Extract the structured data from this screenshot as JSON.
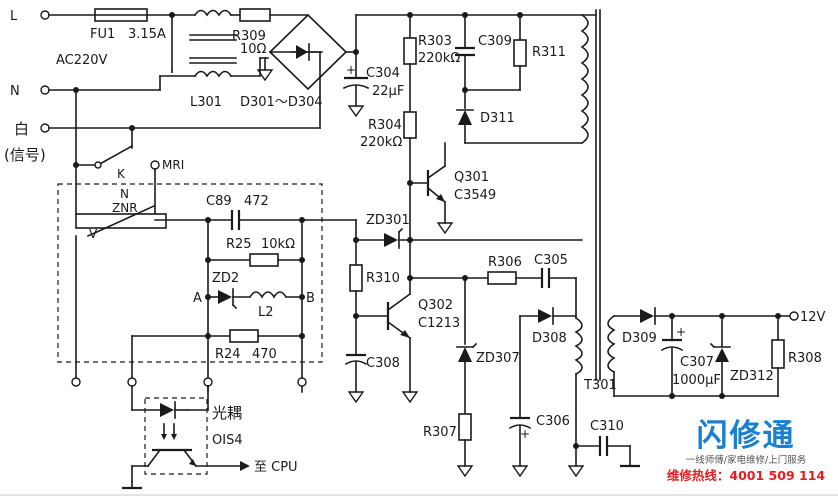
{
  "labels": {
    "L": "L",
    "N": "N",
    "bai": "白",
    "xinhao": "(信号)",
    "fu1": "FU1",
    "fu1_val": "3.15A",
    "ac": "AC220V",
    "r309": "R309",
    "r309_val": "10Ω",
    "l301": "L301",
    "d301": "D301～D304",
    "c304": "C304",
    "c304_val": "22μF",
    "r303": "R303",
    "r303_val": "220kΩ",
    "c309": "C309",
    "r311": "R311",
    "d311": "D311",
    "r304": "R304",
    "r304_val": "220kΩ",
    "q301": "Q301",
    "q301_val": "C3549",
    "zd301": "ZD301",
    "k": "K",
    "mri": "MRI",
    "n2": "N",
    "znr": "ZNR",
    "v": "V",
    "c89": "C89",
    "c89_val": "472",
    "r25": "R25",
    "r25_val": "10kΩ",
    "zd2": "ZD2",
    "a": "A",
    "b": "B",
    "l2": "L2",
    "r24": "R24",
    "r24_val": "470",
    "r306": "R306",
    "c305": "C305",
    "r310": "R310",
    "q302": "Q302",
    "q302_val": "C1213",
    "d308": "D308",
    "zd307": "ZD307",
    "c308": "C308",
    "r307": "R307",
    "c306": "C306",
    "c310": "C310",
    "t301": "T301",
    "d309": "D309",
    "c307": "C307",
    "c307_val": "1000μF",
    "zd312": "ZD312",
    "r308": "R308",
    "v12": "12V",
    "optocoupler": "光耦",
    "ois4": "OIS4",
    "to_cpu": "至 CPU",
    "plus": "+"
  },
  "brand": {
    "logo": "闪修通",
    "tagline": "一线师傅/家电维修/上门服务",
    "hotline": "维修热线：4001 509 114"
  },
  "colors": {
    "ink": "#1a1a1a",
    "brand_blue": "#1a7fd0",
    "hotline_red": "#e02020"
  }
}
